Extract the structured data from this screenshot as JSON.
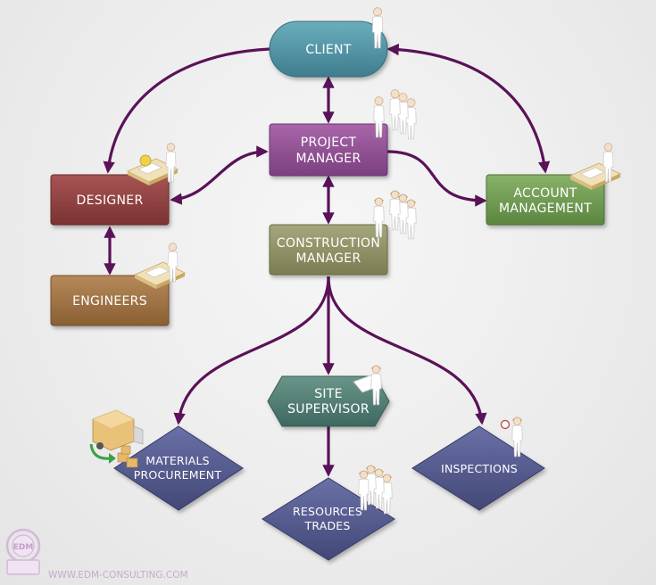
{
  "nodes": {
    "client": "CLIENT",
    "project_manager": [
      "PROJECT",
      "MANAGER"
    ],
    "designer": "DESIGNER",
    "engineers": "ENGINEERS",
    "account_management": [
      "ACCOUNT",
      "MANAGEMENT"
    ],
    "construction_manager": [
      "CONSTRUCTION",
      "MANAGER"
    ],
    "site_supervisor": [
      "SITE",
      "SUPERVISOR"
    ],
    "materials_procurement": [
      "MATERIALS",
      "PROCUREMENT"
    ],
    "resources_trades": [
      "RESOURCES",
      "TRADES"
    ],
    "inspections": "INSPECTIONS"
  },
  "footer": {
    "logo_letters": "EDM",
    "website": "WWW.EDM-CONSULTING.COM"
  },
  "colors": {
    "arrow": "#5a1258",
    "client": "#4f8fa0",
    "project_manager": "#8f4f92",
    "designer": "#8c3c3c",
    "engineers": "#9d7040",
    "account_management": "#6f9a4f",
    "construction_manager": "#8f8f63",
    "site_supervisor": "#4f7a70",
    "diamonds": "#4e5488"
  }
}
